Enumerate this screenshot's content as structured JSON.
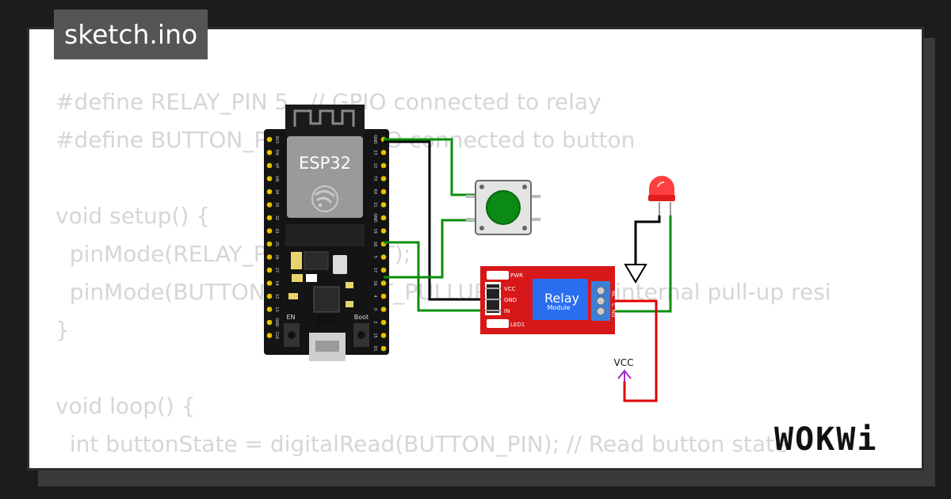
{
  "header": {
    "filename": "sketch.ino"
  },
  "code_lines": [
    "#define RELAY_PIN 5   // GPIO connected to relay",
    "#define BUTTON_PIN 4  // GPIO connected to button",
    "",
    "void setup() {",
    "  pinMode(RELAY_PIN, OUTPUT);",
    "  pinMode(BUTTON_PIN, INPUT_PULLUP); // Enable internal pull-up resi",
    "}",
    "",
    "void loop() {",
    "  int buttonState = digitalRead(BUTTON_PIN); // Read button state"
  ],
  "esp32": {
    "chip_label": "ESP32",
    "en_label": "EN",
    "boot_label": "Boot",
    "left_pins": [
      "3V3",
      "EN",
      "VP",
      "VN",
      "34",
      "35",
      "32",
      "33",
      "25",
      "26",
      "27",
      "14",
      "12",
      "13",
      "GND",
      "CLK"
    ],
    "right_pins": [
      "GND",
      "23",
      "22",
      "TX",
      "RX",
      "21",
      "GND",
      "19",
      "18",
      "5",
      "17",
      "16",
      "4",
      "0",
      "2",
      "15",
      "D1"
    ]
  },
  "relay": {
    "title": "Relay",
    "subtitle": "Module",
    "pin_vcc": "VCC",
    "pin_gnd": "GND",
    "pin_in": "IN",
    "pwr_label": "PWR",
    "led_label": "LED1",
    "terminal_nc": "NC",
    "terminal_com": "C",
    "terminal_no": "NO"
  },
  "vcc_label": "VCC",
  "brand": {
    "logo_text": "WOKWi"
  },
  "colors": {
    "board": "#111111",
    "wire_green": "#0a8f0a",
    "wire_black": "#000000",
    "wire_red": "#e00000",
    "relay_red": "#d81818",
    "relay_blue": "#2a6ef0",
    "vcc_purple": "#9b30c8",
    "button_green": "#0b8a14",
    "led_red": "#ff2a2a"
  }
}
